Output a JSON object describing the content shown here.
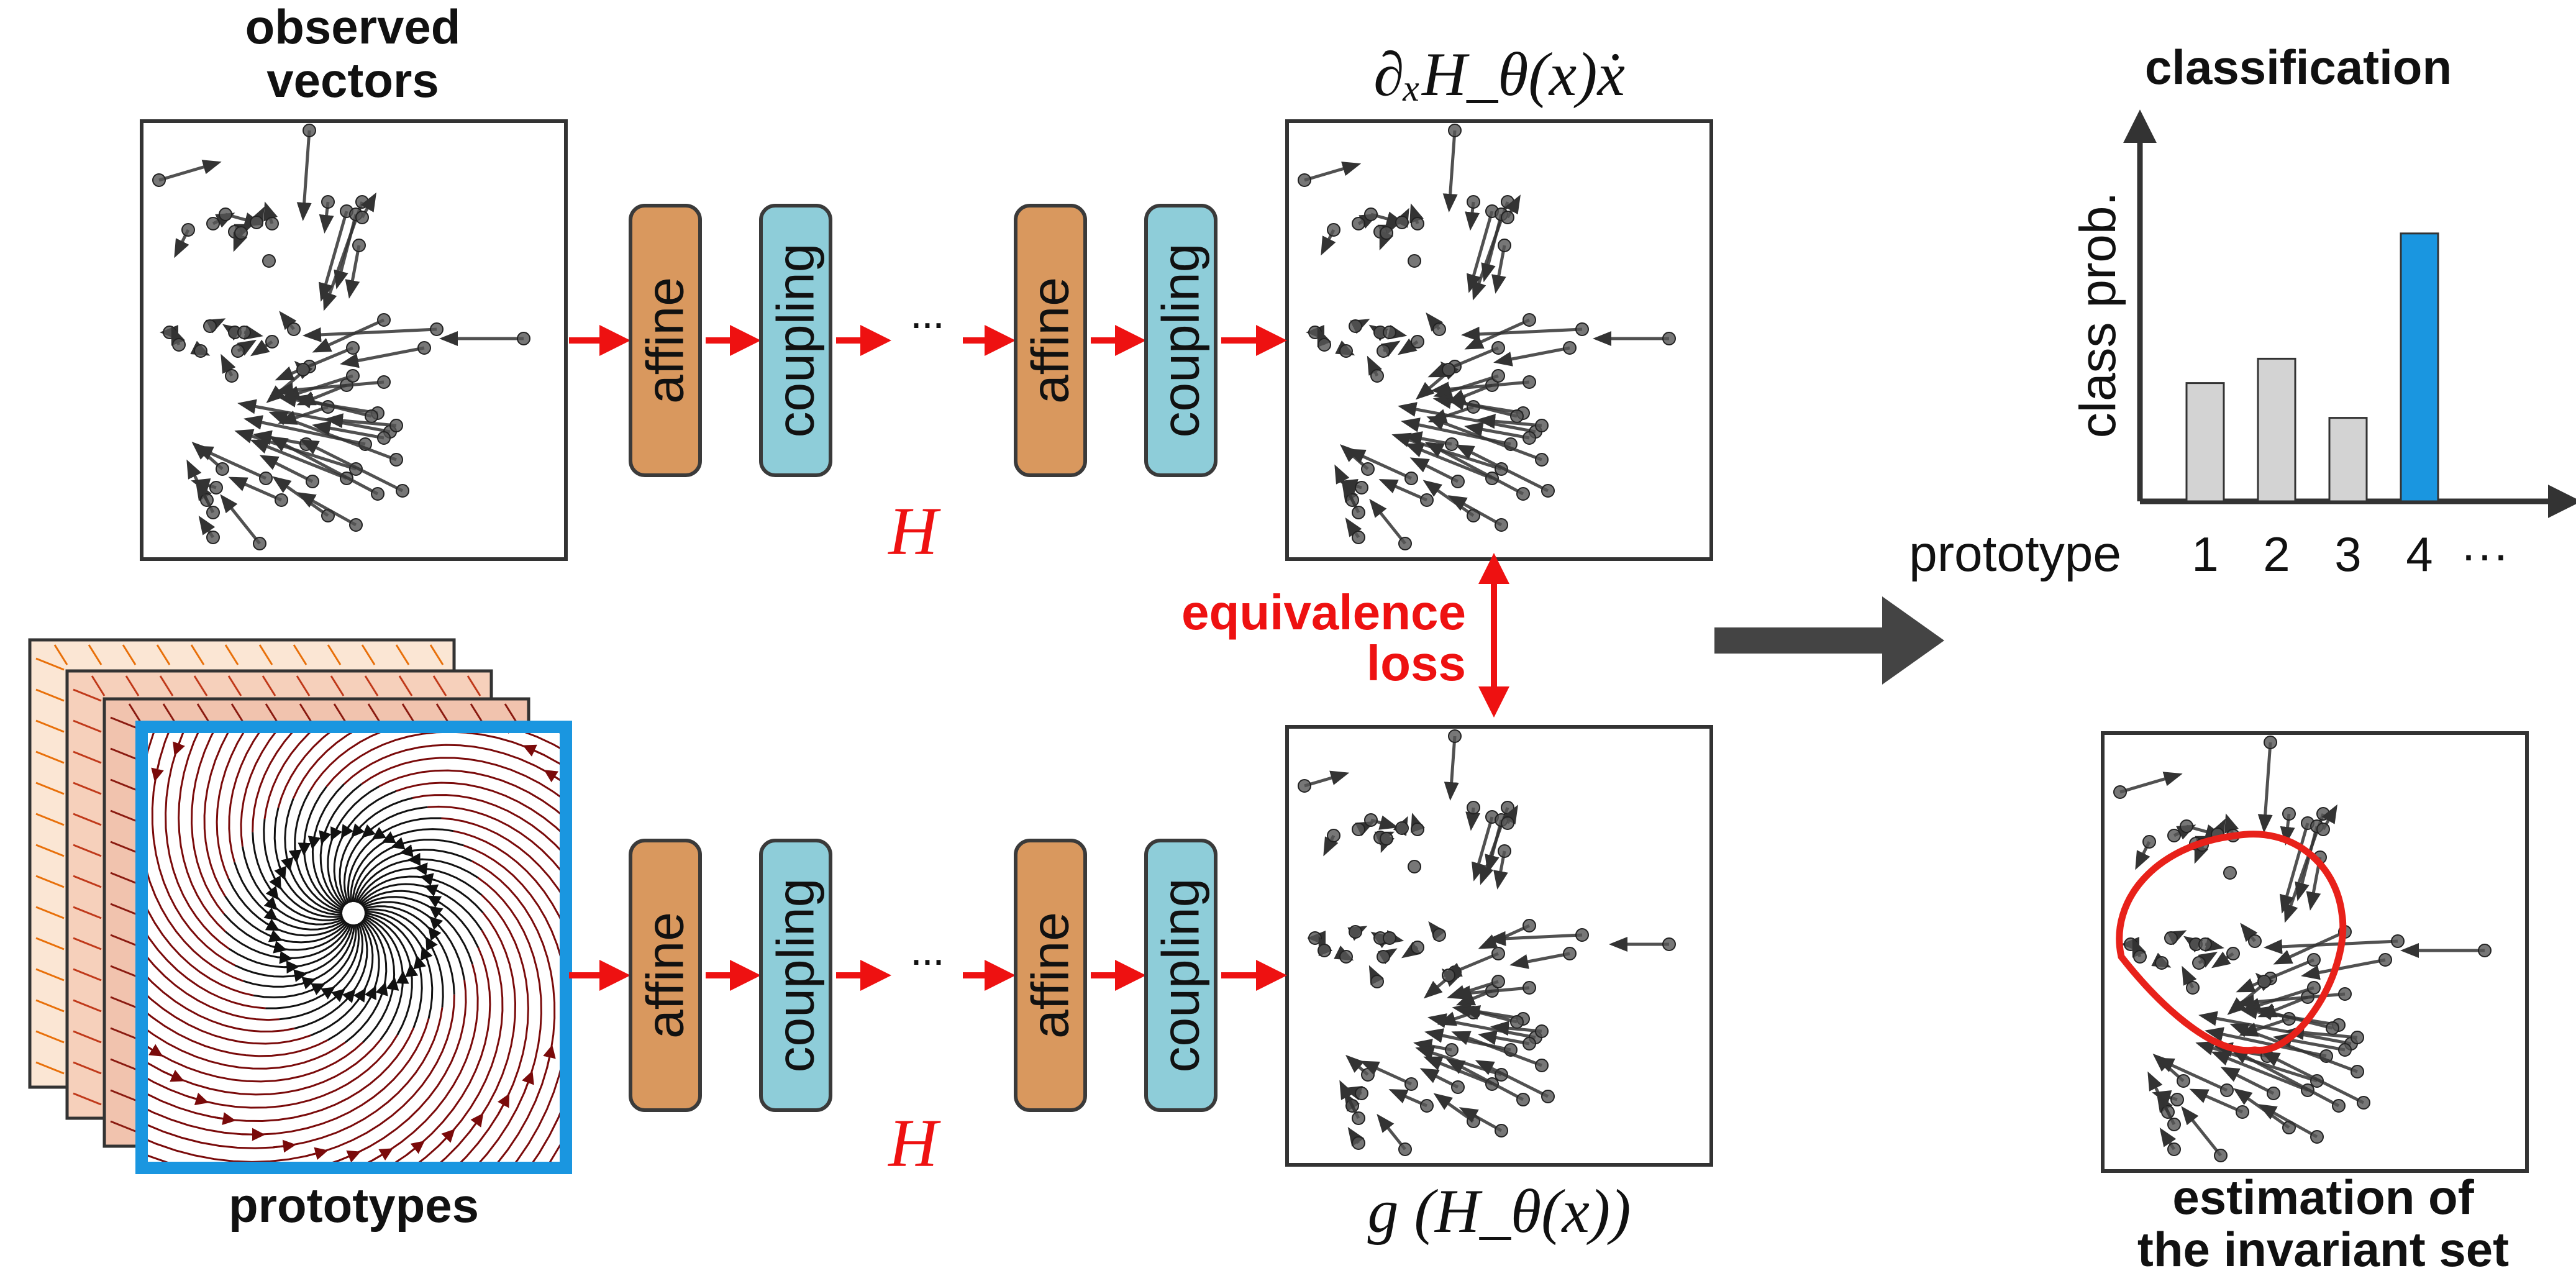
{
  "labels": {
    "observed_vectors": "observed\nvectors",
    "prototypes": "prototypes",
    "top_formula": "∂ₓH_θ(x)ẋ",
    "bottom_formula": "g (H_θ(x))",
    "H_symbol": "H",
    "equivalence_loss": "equivalence\nloss",
    "classification": "classification",
    "estimation": "estimation of\nthe invariant set",
    "ellipsis": "···"
  },
  "pipeline": {
    "blocks": [
      "affine",
      "coupling",
      "affine",
      "coupling"
    ]
  },
  "colors": {
    "red": "#ee1111",
    "affine": "#d9985e",
    "coupling": "#8ecdd9",
    "highlight": "#1a96e0",
    "bar_gray": "#d3d3d3",
    "bar_blue": "#1a96e0",
    "vector": "#333333",
    "stream_dark": "#7a0a0a",
    "stream_orange": "#e8700a"
  },
  "chart_data": {
    "type": "bar",
    "title": "classification",
    "ylabel": "class prob.",
    "xlabel": "prototype",
    "categories": [
      "1",
      "2",
      "3",
      "4"
    ],
    "trailing_tick": "···",
    "values": [
      0.34,
      0.41,
      0.24,
      0.77
    ],
    "highlight_index": 3,
    "ylim": [
      0,
      1
    ]
  }
}
